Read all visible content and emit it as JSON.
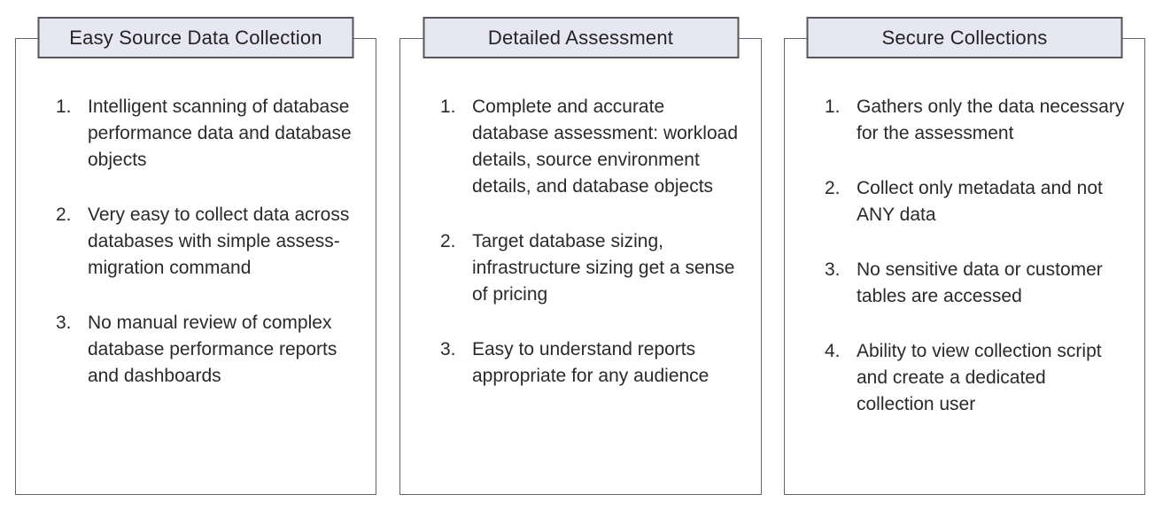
{
  "page": {
    "background": "#ffffff"
  },
  "colors": {
    "title_box_fill": "#e7e7f3",
    "title_box_border": "#55555c",
    "panel_border": "#66666c",
    "text": "#2a2a2a"
  },
  "columns": [
    {
      "title": "Easy Source Data Collection",
      "items": [
        "Intelligent scanning of database performance data and database objects",
        "Very easy to collect data across databases with simple assess-migration command",
        "No manual review of complex database performance reports and dashboards"
      ]
    },
    {
      "title": "Detailed Assessment",
      "items": [
        "Complete and accurate database assessment: workload details, source environment details, and database objects",
        "Target database sizing, infrastructure sizing get a sense of pricing",
        "Easy to understand reports appropriate for any audience"
      ]
    },
    {
      "title": "Secure Collections",
      "items": [
        "Gathers only the data necessary for the assessment",
        "Collect only metadata and not ANY data",
        "No sensitive data or customer tables are accessed",
        "Ability to view collection script and create a dedicated collection user"
      ]
    }
  ]
}
